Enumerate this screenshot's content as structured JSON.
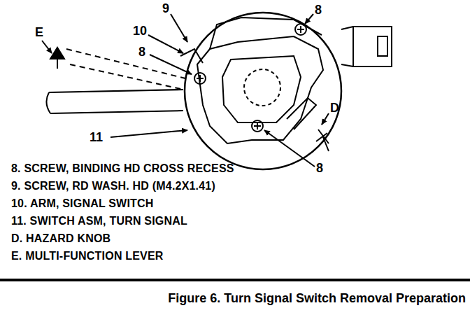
{
  "diagram": {
    "caption": "Figure 6. Turn Signal Switch Removal Preparation",
    "labels": [
      "E",
      "9",
      "10",
      "8",
      "8",
      "11",
      "D",
      "8",
      "8. SCREW, BINDING HD CROSS RECESS",
      "9. SCREW, RD WASH. HD (M4.2X1.41)",
      "10. ARM, SIGNAL SWITCH",
      "11. SWITCH ASM, TURN SIGNAL",
      "D. HAZARD KNOB",
      "E. MULTI-FUNCTION LEVER"
    ]
  }
}
